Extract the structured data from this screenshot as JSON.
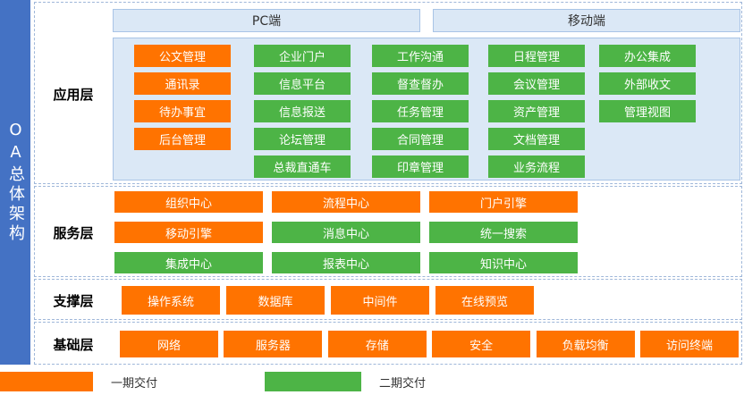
{
  "side_title": "OA总体架构",
  "colors": {
    "phase1": "#ff7300",
    "phase2": "#4db446",
    "side_bar": "#4472c4",
    "panel": "#dbe8f6"
  },
  "headers": {
    "pc": "PC端",
    "mobile": "移动端"
  },
  "layers": {
    "app": {
      "label": "应用层",
      "col1": [
        {
          "text": "公文管理",
          "phase": 1
        },
        {
          "text": "通讯录",
          "phase": 1
        },
        {
          "text": "待办事宜",
          "phase": 1
        },
        {
          "text": "后台管理",
          "phase": 1
        }
      ],
      "col2": [
        {
          "text": "企业门户",
          "phase": 2
        },
        {
          "text": "信息平台",
          "phase": 2
        },
        {
          "text": "信息报送",
          "phase": 2
        },
        {
          "text": "论坛管理",
          "phase": 2
        },
        {
          "text": "总裁直通车",
          "phase": 2
        }
      ],
      "col3": [
        {
          "text": "工作沟通",
          "phase": 2
        },
        {
          "text": "督查督办",
          "phase": 2
        },
        {
          "text": "任务管理",
          "phase": 2
        },
        {
          "text": "合同管理",
          "phase": 2
        },
        {
          "text": "印章管理",
          "phase": 2
        }
      ],
      "col4": [
        {
          "text": "日程管理",
          "phase": 2
        },
        {
          "text": "会议管理",
          "phase": 2
        },
        {
          "text": "资产管理",
          "phase": 2
        },
        {
          "text": "文档管理",
          "phase": 2
        },
        {
          "text": "业务流程",
          "phase": 2
        }
      ],
      "col5": [
        {
          "text": "办公集成",
          "phase": 2
        },
        {
          "text": "外部收文",
          "phase": 2
        },
        {
          "text": "管理视图",
          "phase": 2
        }
      ]
    },
    "service": {
      "label": "服务层",
      "rows": [
        [
          {
            "text": "组织中心",
            "phase": 1
          },
          {
            "text": "流程中心",
            "phase": 1
          },
          {
            "text": "门户引擎",
            "phase": 1
          }
        ],
        [
          {
            "text": "移动引擎",
            "phase": 1
          },
          {
            "text": "消息中心",
            "phase": 2
          },
          {
            "text": "统一搜索",
            "phase": 2
          }
        ],
        [
          {
            "text": "集成中心",
            "phase": 2
          },
          {
            "text": "报表中心",
            "phase": 2
          },
          {
            "text": "知识中心",
            "phase": 2
          }
        ]
      ]
    },
    "support": {
      "label": "支撑层",
      "items": [
        {
          "text": "操作系统",
          "phase": 1
        },
        {
          "text": "数据库",
          "phase": 1
        },
        {
          "text": "中间件",
          "phase": 1
        },
        {
          "text": "在线预览",
          "phase": 1
        }
      ]
    },
    "base": {
      "label": "基础层",
      "items": [
        {
          "text": "网络",
          "phase": 1
        },
        {
          "text": "服务器",
          "phase": 1
        },
        {
          "text": "存储",
          "phase": 1
        },
        {
          "text": "安全",
          "phase": 1
        },
        {
          "text": "负载均衡",
          "phase": 1
        },
        {
          "text": "访问终端",
          "phase": 1
        }
      ]
    }
  },
  "legend": {
    "phase1": "一期交付",
    "phase2": "二期交付"
  }
}
